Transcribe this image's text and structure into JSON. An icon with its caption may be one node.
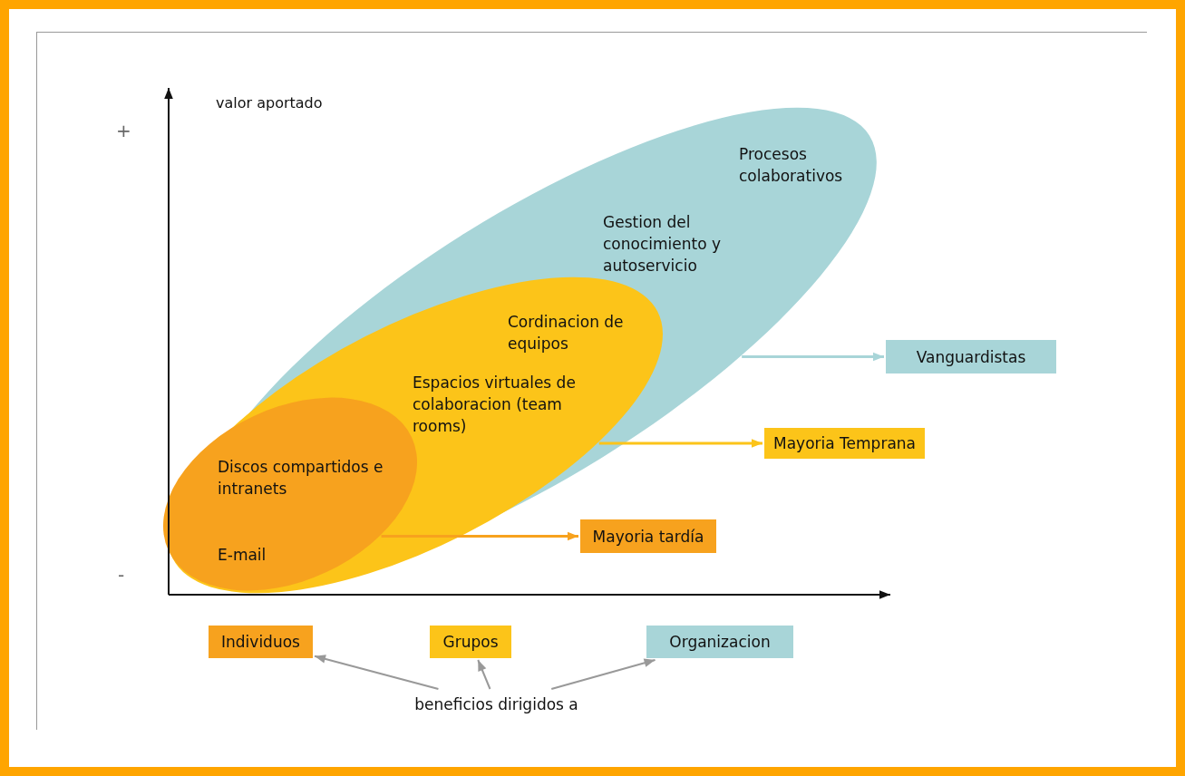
{
  "diagram": {
    "nodes": [
      {
        "text": [
          "Procesos colaborativos",
          "Gestion del conocimiento y autoservicio"
        ]
      },
      {
        "text": [
          "Cordinacion de equipos",
          "Espacios virtuales de colaboracion (team rooms)"
        ],
        "in": 0
      },
      {
        "text": [
          "Discos compartidos e intranets",
          "E-mail"
        ],
        "in": 1
      },
      {
        "text": [
          "Vanguardistas"
        ]
      },
      {
        "text": [
          "Mayoria Temprana"
        ]
      },
      {
        "text": [
          "Mayoria tardía"
        ]
      },
      {
        "text": [
          "Individuos"
        ]
      },
      {
        "text": [
          "Grupos"
        ]
      },
      {
        "text": [
          "Organizacion"
        ]
      },
      {
        "text": [
          "beneficios dirigidos a"
        ]
      }
    ],
    "edges": [
      {
        "from": 0,
        "to": 3,
        "arrow": "to",
        "color": "#a8d5d8"
      },
      {
        "from": 1,
        "to": 4,
        "arrow": "to",
        "color": "#fcc419"
      },
      {
        "from": 2,
        "to": 5,
        "arrow": "to",
        "color": "#f7a21e"
      },
      {
        "from": 9,
        "to": 6,
        "arrow": "to"
      },
      {
        "from": 9,
        "to": 7,
        "arrow": "to"
      },
      {
        "from": 9,
        "to": 8,
        "arrow": "to"
      }
    ],
    "labels": [
      "valor aportado",
      "+",
      "-"
    ]
  }
}
